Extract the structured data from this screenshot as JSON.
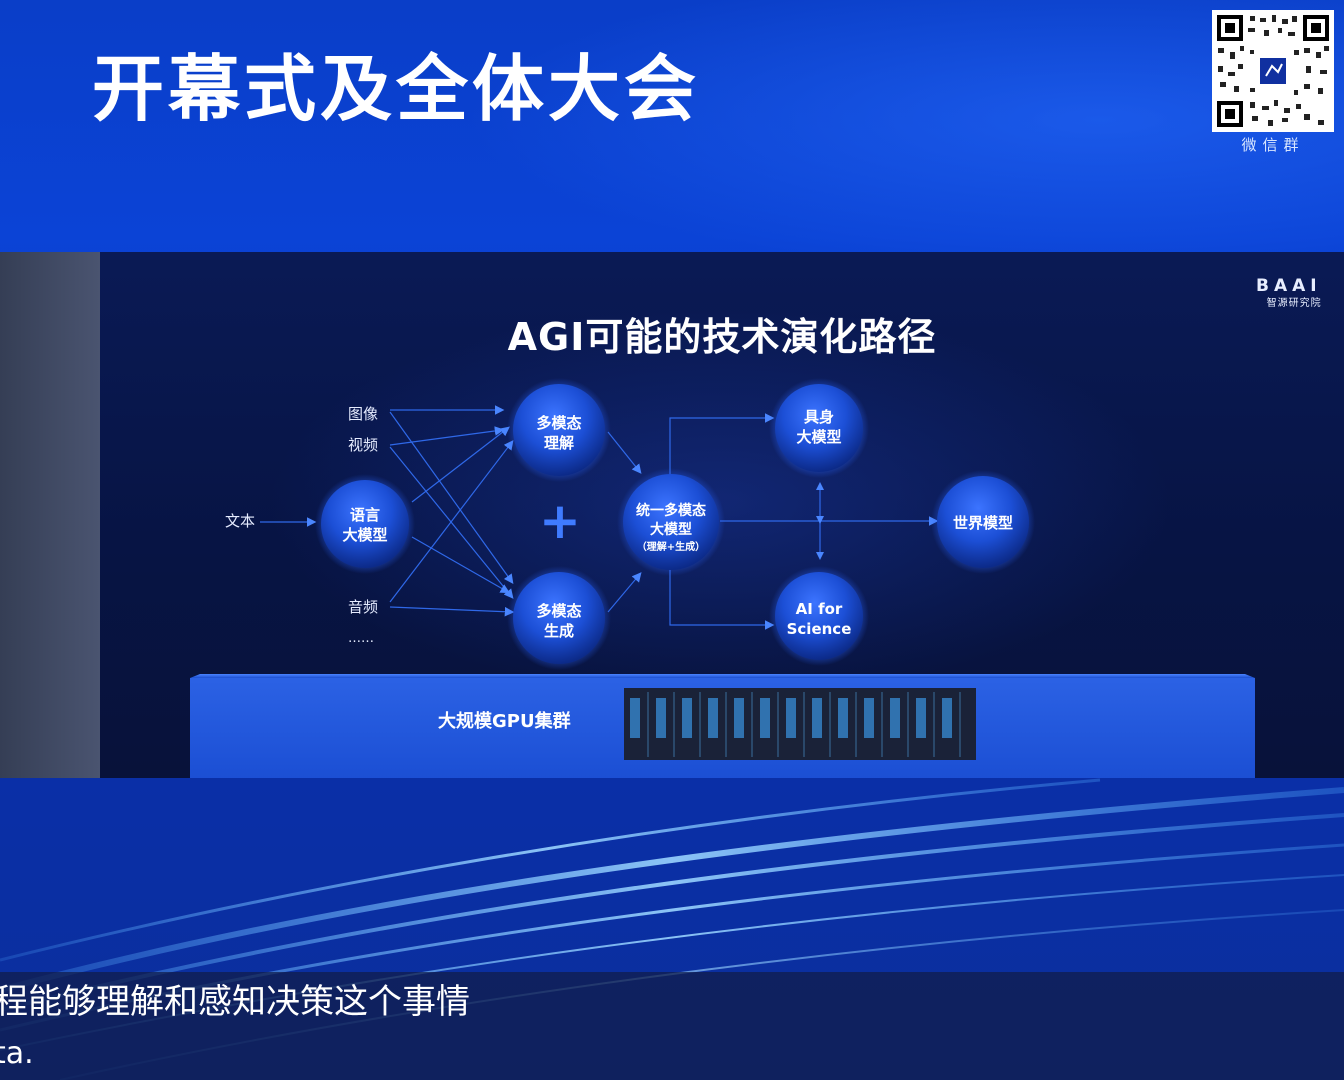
{
  "header": {
    "title": "开幕式及全体大会",
    "qr_label": "微信群"
  },
  "slide": {
    "title": "AGI可能的技术演化路径",
    "logo": {
      "mark": "BAAI",
      "name": "智源研究院"
    },
    "inputs": {
      "image": "图像",
      "video": "视频",
      "text": "文本",
      "audio": "音频",
      "more": "……"
    },
    "nodes": {
      "language_model": [
        "语言",
        "大模型"
      ],
      "mm_understanding": [
        "多模态",
        "理解"
      ],
      "mm_generation": [
        "多模态",
        "生成"
      ],
      "plus": "+",
      "unified": [
        "统一多模态",
        "大模型",
        "（理解+生成）"
      ],
      "embodied": [
        "具身",
        "大模型"
      ],
      "ai_science": [
        "AI for",
        "Science"
      ],
      "world_model": "世界模型"
    },
    "platform": "大规模GPU集群"
  },
  "subtitles": {
    "chinese": "程能够理解和感知决策这个事情",
    "english": "ta."
  },
  "colors": {
    "title_bg": "#0b43d6",
    "slide_bg": "#071444",
    "node": "#1d4fd8",
    "arrow": "#3a7bff"
  }
}
